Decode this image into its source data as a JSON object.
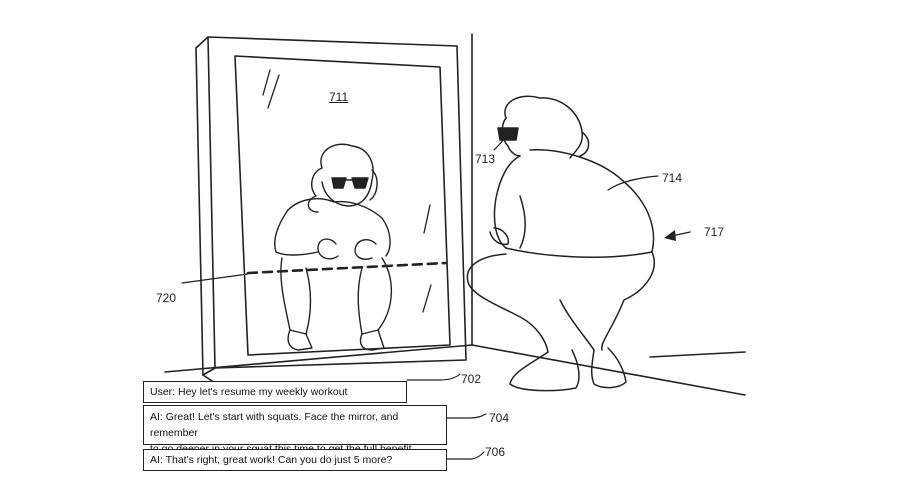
{
  "labels": {
    "mirror": "711",
    "glasses": "713",
    "user": "714",
    "system": "717",
    "depth_line": "720",
    "msg1": "702",
    "msg2": "704",
    "msg3": "706"
  },
  "dialogue": {
    "user_message": "User: Hey let's resume my weekly workout",
    "ai_message_1_line1": "AI: Great! Let's start with squats. Face the mirror, and remember",
    "ai_message_1_line2": "to go deeper in your squat this time to get the full benefit.",
    "ai_message_2": "AI: That's right, great work! Can you do just 5 more?"
  }
}
